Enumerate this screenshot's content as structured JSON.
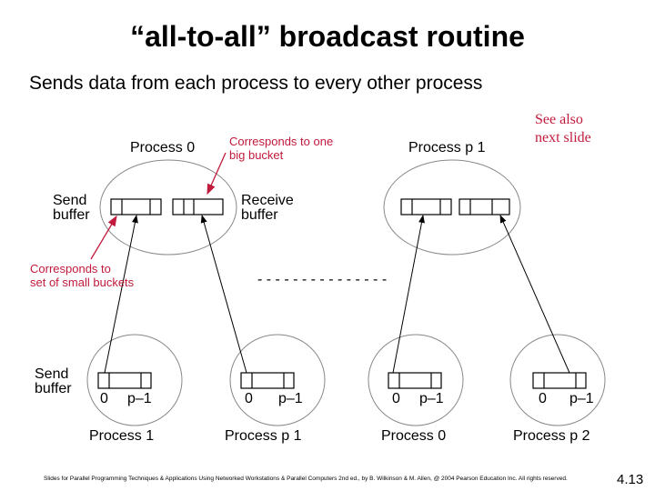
{
  "title": "“all-to-all” broadcast routine",
  "subtitle": "Sends data from each process to every other process",
  "note": {
    "line1": "See also",
    "line2": "next slide"
  },
  "top": {
    "process0": "Process 0",
    "processP1": "Process p  1",
    "send_buffer_1": "Send",
    "send_buffer_2": "buffer",
    "receive_buffer_1": "Receive",
    "receive_buffer_2": "buffer",
    "big_bucket_1": "Corresponds to one",
    "big_bucket_2": "big bucket",
    "small_buckets_1": "Corresponds to",
    "small_buckets_2": "set of small buckets",
    "dashes": "- - - - - - - - - - - - - - -"
  },
  "bottom": {
    "send_buffer_1": "Send",
    "send_buffer_2": "buffer",
    "index_low": "0",
    "index_high": "p–1",
    "processes": [
      "Process 1",
      "Process p  1",
      "Process 0",
      "Process p  2"
    ]
  },
  "footer": {
    "credit": "Slides for Parallel Programming Techniques & Applications Using Networked Workstations & Parallel Computers 2nd ed., by B. Wilkinson & M. Allen, @ 2004 Pearson Education Inc. All rights reserved.",
    "page": "4.13"
  },
  "colors": {
    "annotation": "#c21a3c",
    "ink": "#000000"
  }
}
